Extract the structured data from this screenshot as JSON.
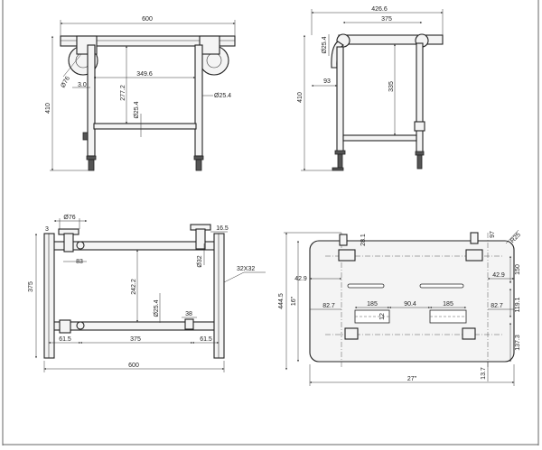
{
  "views": {
    "front": {
      "width": "600",
      "height": "410",
      "wheel_dia": "Ø76",
      "wheel_offset": "3.0",
      "span": "349.6",
      "leg_height": "277.2",
      "tube_a": "Ø25.4",
      "tube_b": "Ø25.4"
    },
    "side": {
      "overall": "426.6",
      "span": "375",
      "tube": "Ø25.4",
      "offset": "93",
      "leg_height": "335",
      "height": "410"
    },
    "top": {
      "plate": "Ø76",
      "plate_offset": "3",
      "pad": "16.5",
      "leg_dia": "Ø32",
      "wheel_inset": "83",
      "span_y": "242.2",
      "tube": "Ø25.4",
      "bracket": "38",
      "depth": "375",
      "edge_left": "61.5",
      "span_x": "375",
      "edge_right": "61.5",
      "width": "600",
      "profile": "32X32"
    },
    "plan": {
      "overall_height": "444.5",
      "inner_height": "16\"",
      "outer_width": "27\"",
      "radius": "R25",
      "top_mark": "28.1",
      "top_right": "97",
      "left_offset": "42.9",
      "right_offset": "42.9",
      "right_a": "150",
      "right_b": "119.1",
      "right_c": "137.3",
      "slot_left": "82.7",
      "slot_right": "82.7",
      "seg_a": "185",
      "seg_b": "90.4",
      "seg_c": "185",
      "small": "12",
      "bottom_mark": "13.7"
    }
  }
}
